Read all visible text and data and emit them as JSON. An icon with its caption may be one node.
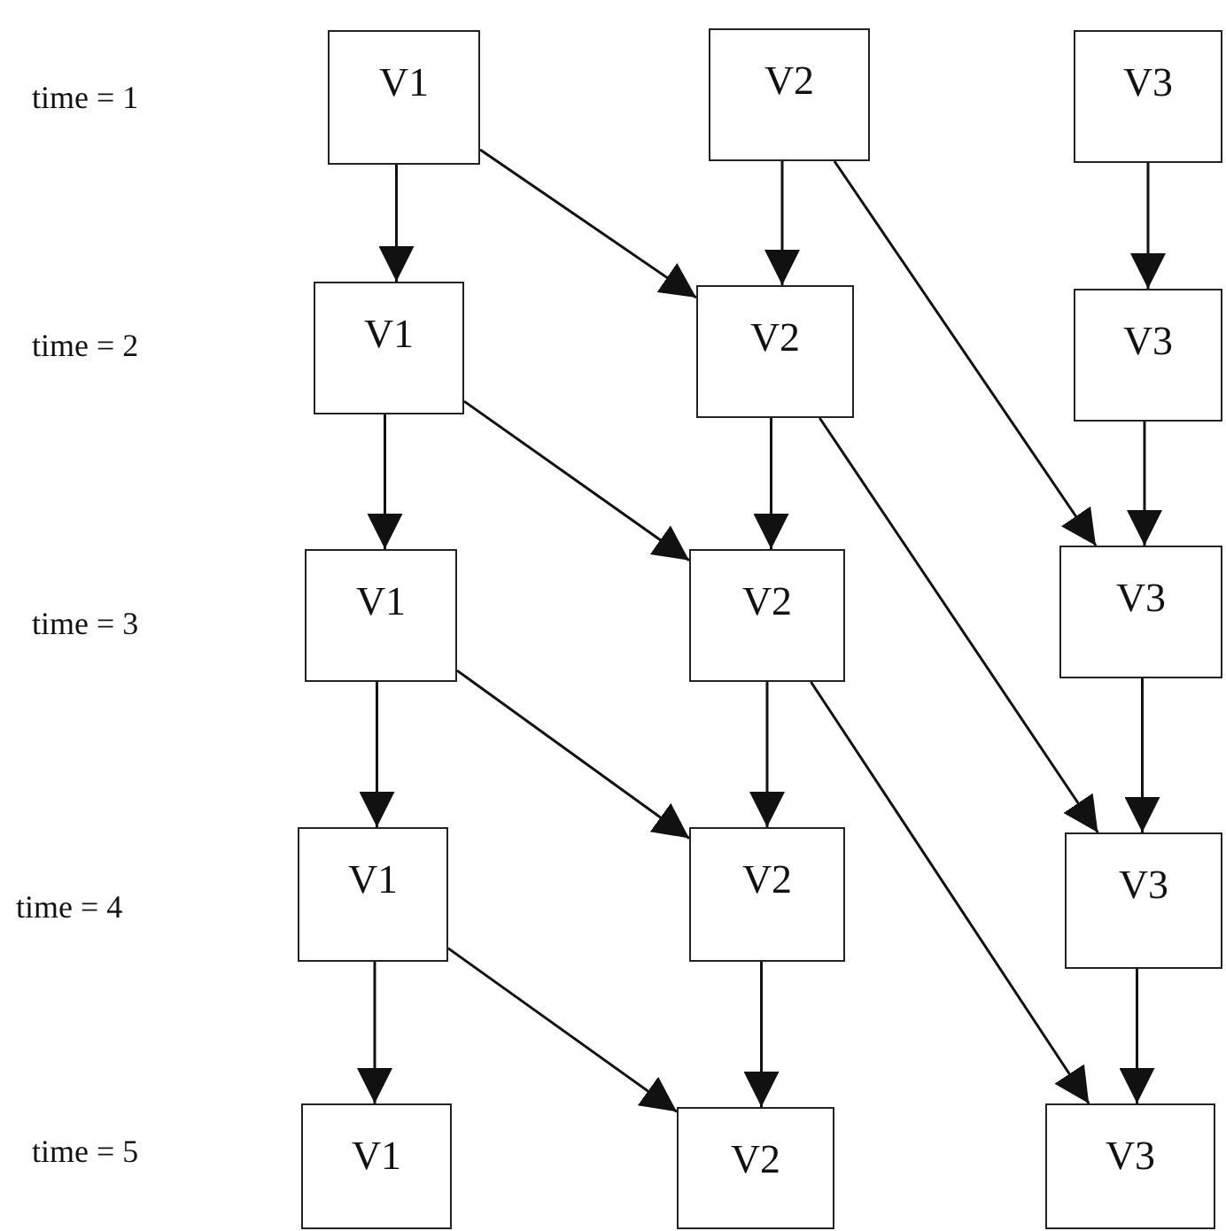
{
  "diagram": {
    "nodes": [
      {
        "text": [
          "V1"
        ]
      },
      {
        "text": [
          "V2"
        ]
      },
      {
        "text": [
          "V3"
        ]
      },
      {
        "text": [
          "V1"
        ]
      },
      {
        "text": [
          "V2"
        ]
      },
      {
        "text": [
          "V3"
        ]
      },
      {
        "text": [
          "V1"
        ]
      },
      {
        "text": [
          "V2"
        ]
      },
      {
        "text": [
          "V3"
        ]
      },
      {
        "text": [
          "V1"
        ]
      },
      {
        "text": [
          "V2"
        ]
      },
      {
        "text": [
          "V3"
        ]
      },
      {
        "text": [
          "V1"
        ]
      },
      {
        "text": [
          "V2"
        ]
      },
      {
        "text": [
          "V3"
        ]
      }
    ],
    "edges": [
      {
        "from": 0,
        "to": 3,
        "arrow": "to"
      },
      {
        "from": 0,
        "to": 4,
        "arrow": "to"
      },
      {
        "from": 1,
        "to": 4,
        "arrow": "to"
      },
      {
        "from": 1,
        "to": 8,
        "arrow": "to"
      },
      {
        "from": 2,
        "to": 5,
        "arrow": "to"
      },
      {
        "from": 3,
        "to": 6,
        "arrow": "to"
      },
      {
        "from": 3,
        "to": 7,
        "arrow": "to"
      },
      {
        "from": 4,
        "to": 7,
        "arrow": "to"
      },
      {
        "from": 4,
        "to": 11,
        "arrow": "to"
      },
      {
        "from": 5,
        "to": 8,
        "arrow": "to"
      },
      {
        "from": 6,
        "to": 9,
        "arrow": "to"
      },
      {
        "from": 6,
        "to": 10,
        "arrow": "to"
      },
      {
        "from": 7,
        "to": 10,
        "arrow": "to"
      },
      {
        "from": 7,
        "to": 14,
        "arrow": "to"
      },
      {
        "from": 8,
        "to": 11,
        "arrow": "to"
      },
      {
        "from": 9,
        "to": 12,
        "arrow": "to"
      },
      {
        "from": 9,
        "to": 13,
        "arrow": "to"
      },
      {
        "from": 10,
        "to": 13,
        "arrow": "to"
      },
      {
        "from": 11,
        "to": 14,
        "arrow": "to"
      }
    ],
    "labels": [
      "time = 1",
      "time = 2",
      "time = 3",
      "time = 4",
      "time = 5"
    ]
  }
}
